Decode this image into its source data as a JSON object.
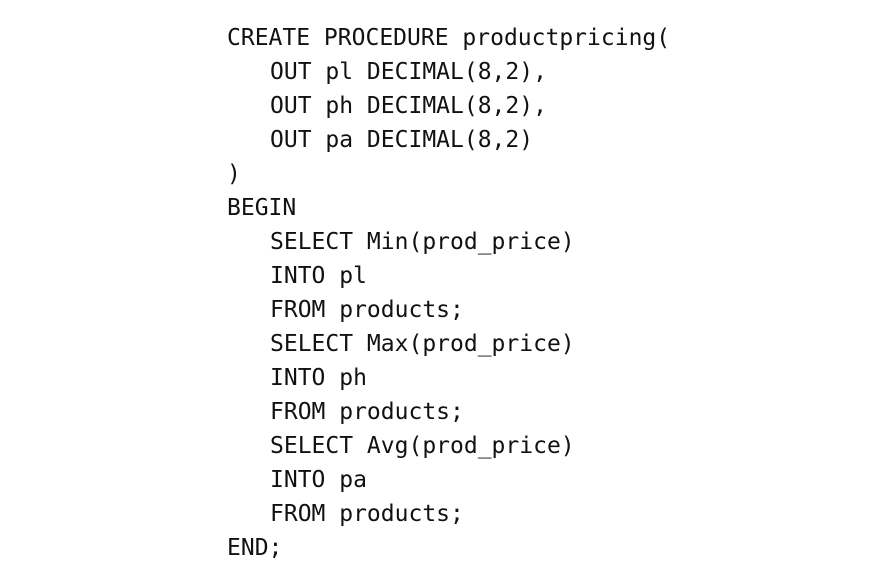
{
  "code": {
    "lines": [
      "CREATE PROCEDURE productpricing(",
      "OUT pl DECIMAL(8,2),",
      "OUT ph DECIMAL(8,2),",
      "OUT pa DECIMAL(8,2)",
      ")",
      "BEGIN",
      "SELECT Min(prod_price)",
      "INTO pl",
      "FROM products;",
      "SELECT Max(prod_price)",
      "INTO ph",
      "FROM products;",
      "SELECT Avg(prod_price)",
      "INTO pa",
      "FROM products;",
      "END;"
    ]
  }
}
